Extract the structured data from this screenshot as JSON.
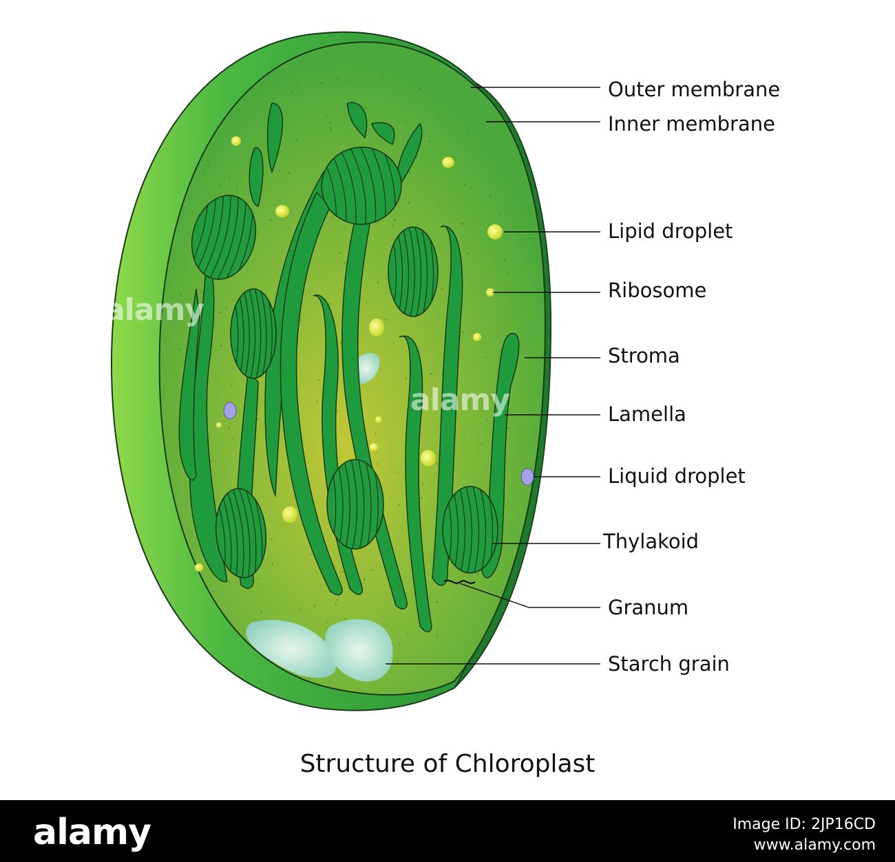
{
  "title": "Structure of Chloroplast",
  "labels": {
    "outer_membrane": "Outer membrane",
    "inner_membrane": "Inner membrane",
    "lipid_droplet": "Lipid droplet",
    "ribosome": "Ribosome",
    "stroma": "Stroma",
    "lamella": "Lamella",
    "liquid_droplet": "Liquid droplet",
    "thylakoid": "Thylakoid",
    "granum": "Granum",
    "starch_grain": "Starch grain"
  },
  "watermark": "alamy",
  "footer": {
    "logo": "alamy",
    "image_id": "Image ID: 2JP16CD",
    "url": "www.alamy.com"
  },
  "colors": {
    "outer_shell": "#2e9e2e",
    "inner_surface": "#6fb43a",
    "center_glow": "#b8c832",
    "lamella_fill": "#1f9a3c",
    "outline": "#1a3a1a",
    "droplet_yellow": "#e8ef4a",
    "droplet_lavender": "#9e9ae6",
    "starch": "#a8dcc8"
  }
}
